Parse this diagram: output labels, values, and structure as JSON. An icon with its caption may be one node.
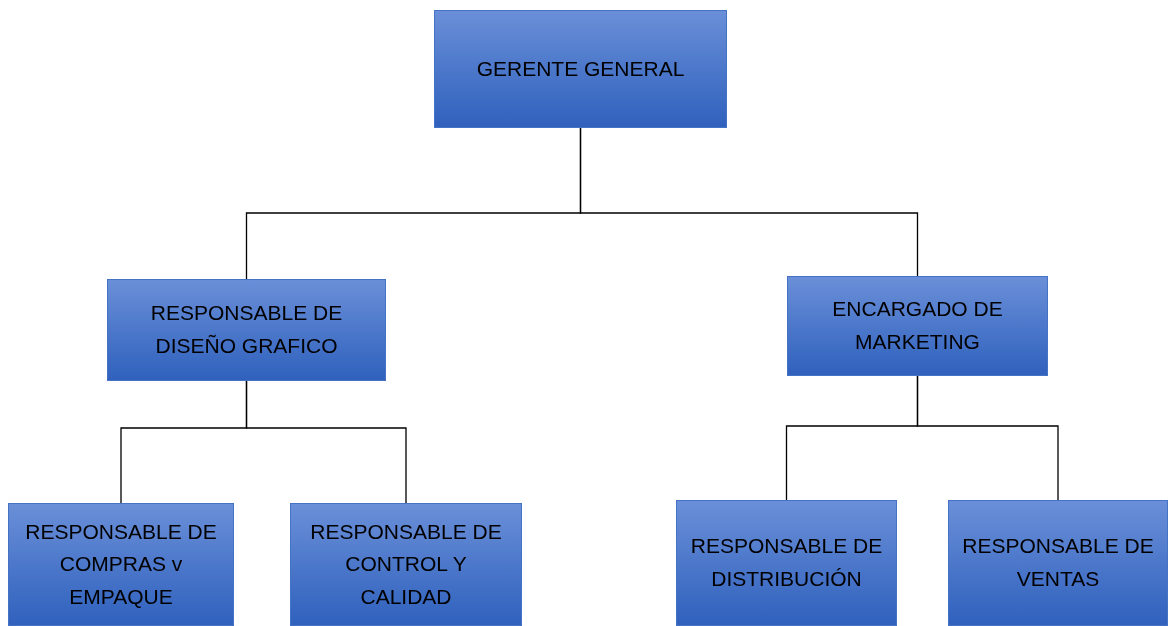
{
  "diagram": {
    "nodes": [
      {
        "text": [
          "GERENTE GENERAL"
        ]
      },
      {
        "text": [
          "RESPONSABLE DE DISEÑO GRAFICO"
        ]
      },
      {
        "text": [
          "ENCARGADO DE MARKETING"
        ]
      },
      {
        "text": [
          "RESPONSABLE DE COMPRAS v EMPAQUE"
        ]
      },
      {
        "text": [
          "RESPONSABLE DE CONTROL Y CALIDAD"
        ]
      },
      {
        "text": [
          "RESPONSABLE DE DISTRIBUCIÓN"
        ]
      },
      {
        "text": [
          "RESPONSABLE DE VENTAS"
        ]
      }
    ],
    "edges": [
      {
        "from": 0,
        "to": 1,
        "arrow": "none"
      },
      {
        "from": 0,
        "to": 2,
        "arrow": "none"
      },
      {
        "from": 1,
        "to": 3,
        "arrow": "none"
      },
      {
        "from": 1,
        "to": 4,
        "arrow": "none"
      },
      {
        "from": 2,
        "to": 5,
        "arrow": "none"
      },
      {
        "from": 2,
        "to": 6,
        "arrow": "none"
      }
    ]
  }
}
